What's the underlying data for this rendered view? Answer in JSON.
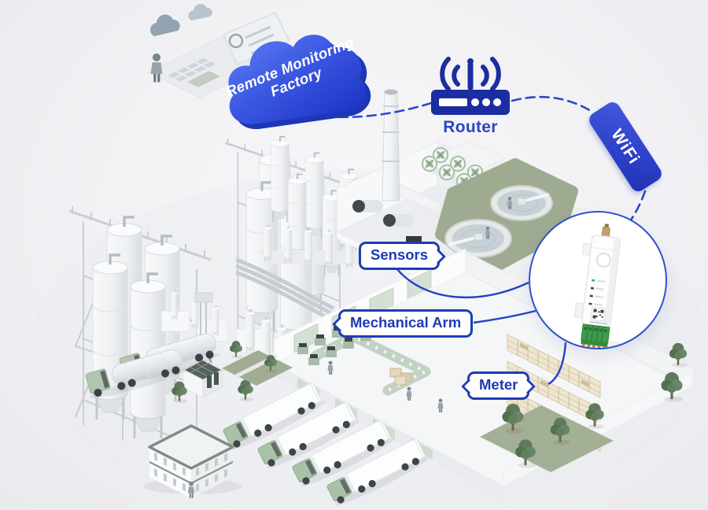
{
  "annotations": {
    "cloud": {
      "line1": "Remote Monitoring",
      "line2": "Factory"
    },
    "router": {
      "label": "Router"
    },
    "wifi": {
      "label": "WiFi"
    },
    "sensors": {
      "label": "Sensors"
    },
    "mechanical_arm": {
      "label": "Mechanical Arm"
    },
    "meter": {
      "label": "Meter"
    }
  },
  "icons": {
    "cloud": "cloud-shape",
    "router": "wifi-router-icon",
    "device": "wifi-module-with-terminal-block"
  },
  "colors": {
    "accent_blue": "#2444C4",
    "deep_blue": "#1B2DA0",
    "cloud_gradient_start": "#5D7CF2",
    "cloud_gradient_end": "#2038C8",
    "callout_border": "#1E3CB8",
    "background": "#F1F1F4",
    "terminal_green": "#3D9C4B",
    "greenery": "#9FAB91"
  }
}
